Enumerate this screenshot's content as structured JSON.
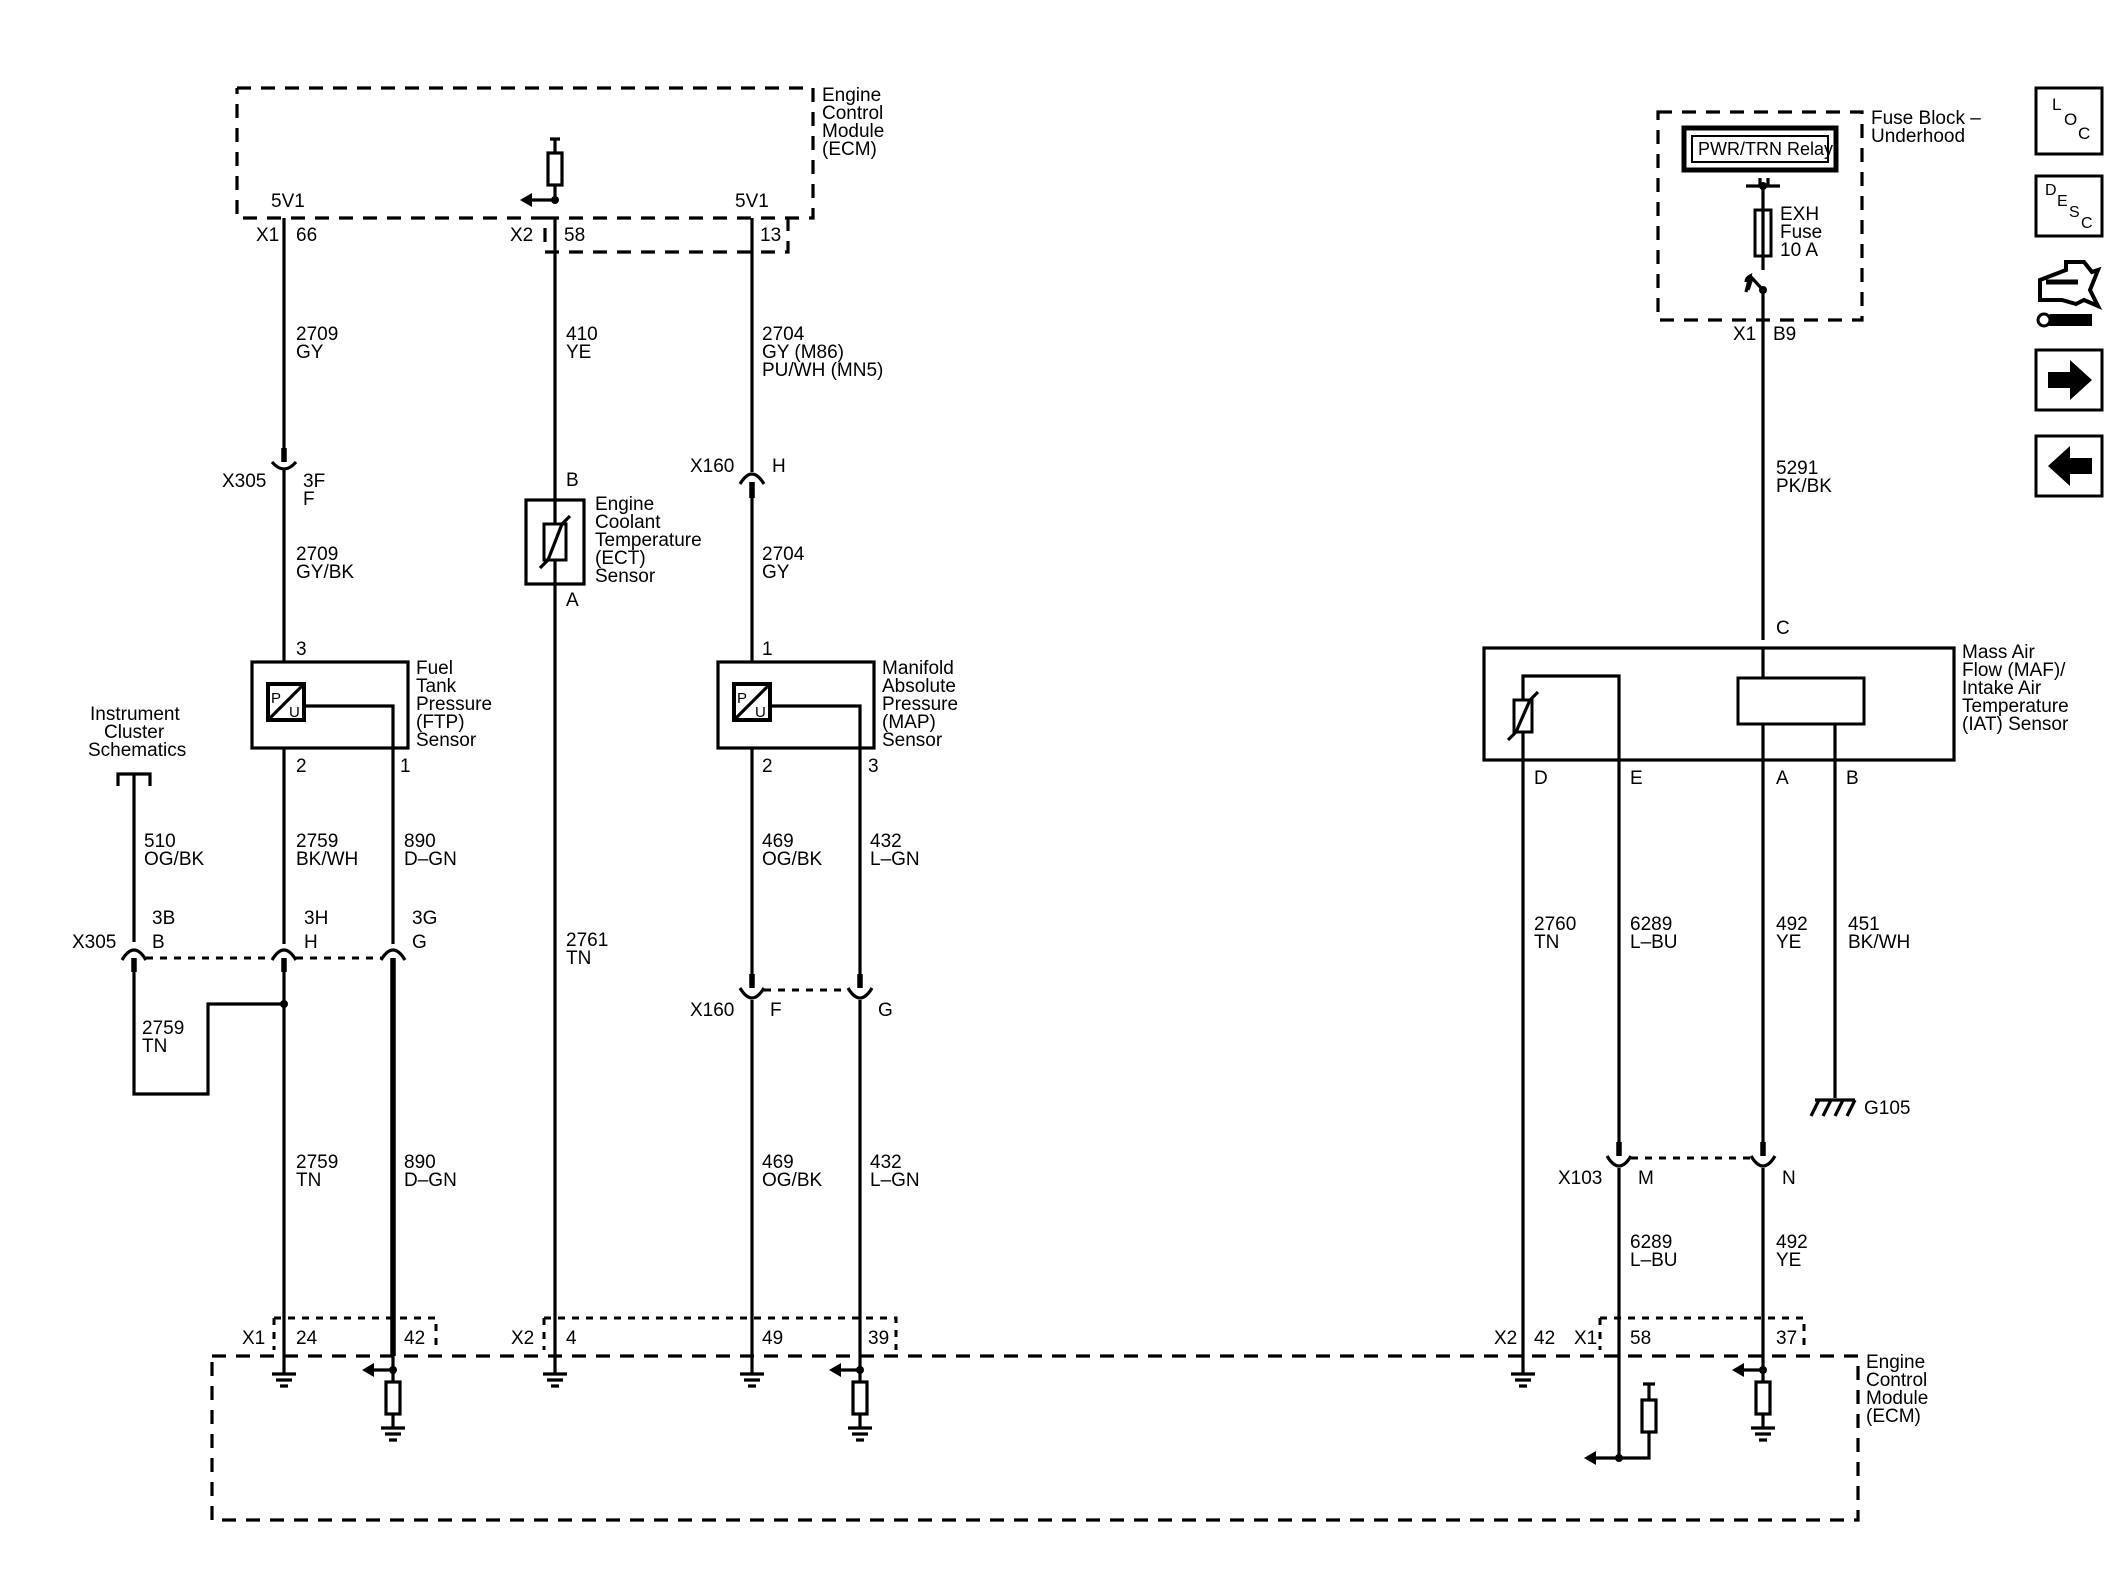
{
  "ecm_top": {
    "title": [
      "Engine",
      "Control",
      "Module",
      "(ECM)"
    ],
    "pin66_func": "5V1",
    "pin13_func": "5V1",
    "conn_x1": "X1",
    "conn_x2": "X2",
    "pin66": "66",
    "pin58": "58",
    "pin13": "13"
  },
  "ecm_bottom": {
    "title": [
      "Engine",
      "Control",
      "Module",
      "(ECM)"
    ],
    "conn_x1a": "X1",
    "pin24": "24",
    "pin42": "42",
    "conn_x2a": "X2",
    "pin4": "4",
    "pin49": "49",
    "pin39": "39",
    "conn_x2b": "X2",
    "pin42b": "42",
    "conn_x1b": "X1",
    "pin58": "58",
    "pin37": "37"
  },
  "fuse_block": {
    "title": [
      "Fuse Block –",
      "Underhood"
    ],
    "relay": "PWR/TRN Relay",
    "fuse": [
      "EXH",
      "Fuse",
      "10 A"
    ],
    "conn": "X1",
    "pin": "B9"
  },
  "wires": {
    "w2709_gy": [
      "2709",
      "GY"
    ],
    "w410_ye": [
      "410",
      "YE"
    ],
    "w2704_top": [
      "2704",
      "GY (M86)",
      "PU/WH (MN5)"
    ],
    "w5291": [
      "5291",
      "PK/BK"
    ],
    "w2709_gybk": [
      "2709",
      "GY/BK"
    ],
    "w2704_gy": [
      "2704",
      "GY"
    ],
    "w510": [
      "510",
      "OG/BK"
    ],
    "w2759_bkwh": [
      "2759",
      "BK/WH"
    ],
    "w890_top": [
      "890",
      "D–GN"
    ],
    "w469_top": [
      "469",
      "OG/BK"
    ],
    "w432_top": [
      "432",
      "L–GN"
    ],
    "w2760": [
      "2760",
      "TN"
    ],
    "w6289_top": [
      "6289",
      "L–BU"
    ],
    "w492_top": [
      "492",
      "YE"
    ],
    "w451": [
      "451",
      "BK/WH"
    ],
    "w2761": [
      "2761",
      "TN"
    ],
    "w2759_loop": [
      "2759",
      "TN"
    ],
    "w2759_bot": [
      "2759",
      "TN"
    ],
    "w890_bot": [
      "890",
      "D–GN"
    ],
    "w469_bot": [
      "469",
      "OG/BK"
    ],
    "w432_bot": [
      "432",
      "L–GN"
    ],
    "w6289_bot": [
      "6289",
      "L–BU"
    ],
    "w492_bot": [
      "492",
      "YE"
    ]
  },
  "connectors": {
    "x305_top": {
      "name": "X305",
      "pin": "3F",
      "sub": "F"
    },
    "x160_top": {
      "name": "X160",
      "pin": "H"
    },
    "x305_bot": {
      "name": "X305",
      "pins": [
        "3B",
        "3H",
        "3G"
      ],
      "subs": [
        "B",
        "H",
        "G"
      ]
    },
    "x160_bot": {
      "name": "X160",
      "pins": [
        "F",
        "G"
      ]
    },
    "x103": {
      "name": "X103",
      "pins": [
        "M",
        "N"
      ]
    }
  },
  "components": {
    "ftp": {
      "name": [
        "Fuel",
        "Tank",
        "Pressure",
        "(FTP)",
        "Sensor"
      ],
      "pin_top": "3",
      "pin_l": "2",
      "pin_r": "1",
      "glyph_p": "P",
      "glyph_u": "U"
    },
    "ect": {
      "name": [
        "Engine",
        "Coolant",
        "Temperature",
        "(ECT)",
        "Sensor"
      ],
      "pin_top": "B",
      "pin_bot": "A"
    },
    "map": {
      "name": [
        "Manifold",
        "Absolute",
        "Pressure",
        "(MAP)",
        "Sensor"
      ],
      "pin_top": "1",
      "pin_l": "2",
      "pin_r": "3",
      "glyph_p": "P",
      "glyph_u": "U"
    },
    "maf": {
      "name": [
        "Mass Air",
        "Flow (MAF)/",
        "Intake Air",
        "Temperature",
        "(IAT) Sensor"
      ],
      "pin_c": "C",
      "pin_d": "D",
      "pin_e": "E",
      "pin_a": "A",
      "pin_b": "B"
    }
  },
  "instrument_cluster": [
    "Instrument",
    "Cluster",
    "Schematics"
  ],
  "ground": "G105",
  "side_nav": {
    "loc": [
      "L",
      "O",
      "C"
    ],
    "desc": [
      "D",
      "E",
      "S",
      "C"
    ]
  }
}
